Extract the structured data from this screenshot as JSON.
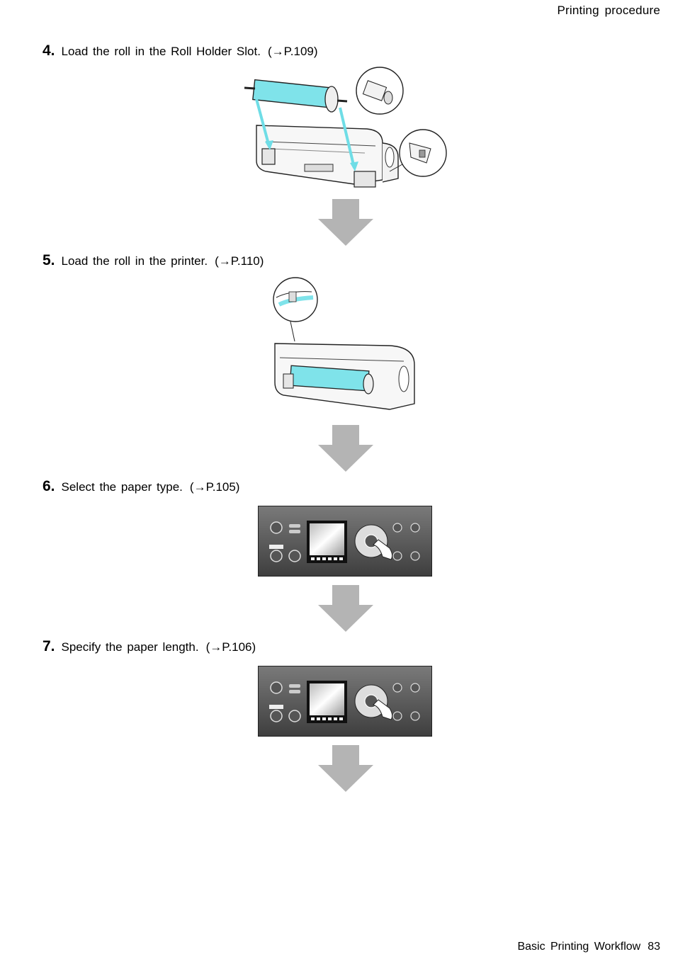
{
  "header": {
    "title": "Printing procedure"
  },
  "steps": [
    {
      "number": "4.",
      "text": "Load the roll in the Roll Holder Slot.",
      "ref": "(→P.109)"
    },
    {
      "number": "5.",
      "text": "Load the roll in the printer.",
      "ref": "(→P.110)"
    },
    {
      "number": "6.",
      "text": "Select the paper type.",
      "ref": "(→P.105)"
    },
    {
      "number": "7.",
      "text": "Specify the paper length.",
      "ref": "(→P.106)"
    }
  ],
  "footer": {
    "section": "Basic Printing Workflow",
    "page": "83"
  },
  "colors": {
    "accent_cyan": "#7fe3ea",
    "arrow_gray": "#b4b4b4",
    "panel_dark": "#4a4a4a"
  }
}
